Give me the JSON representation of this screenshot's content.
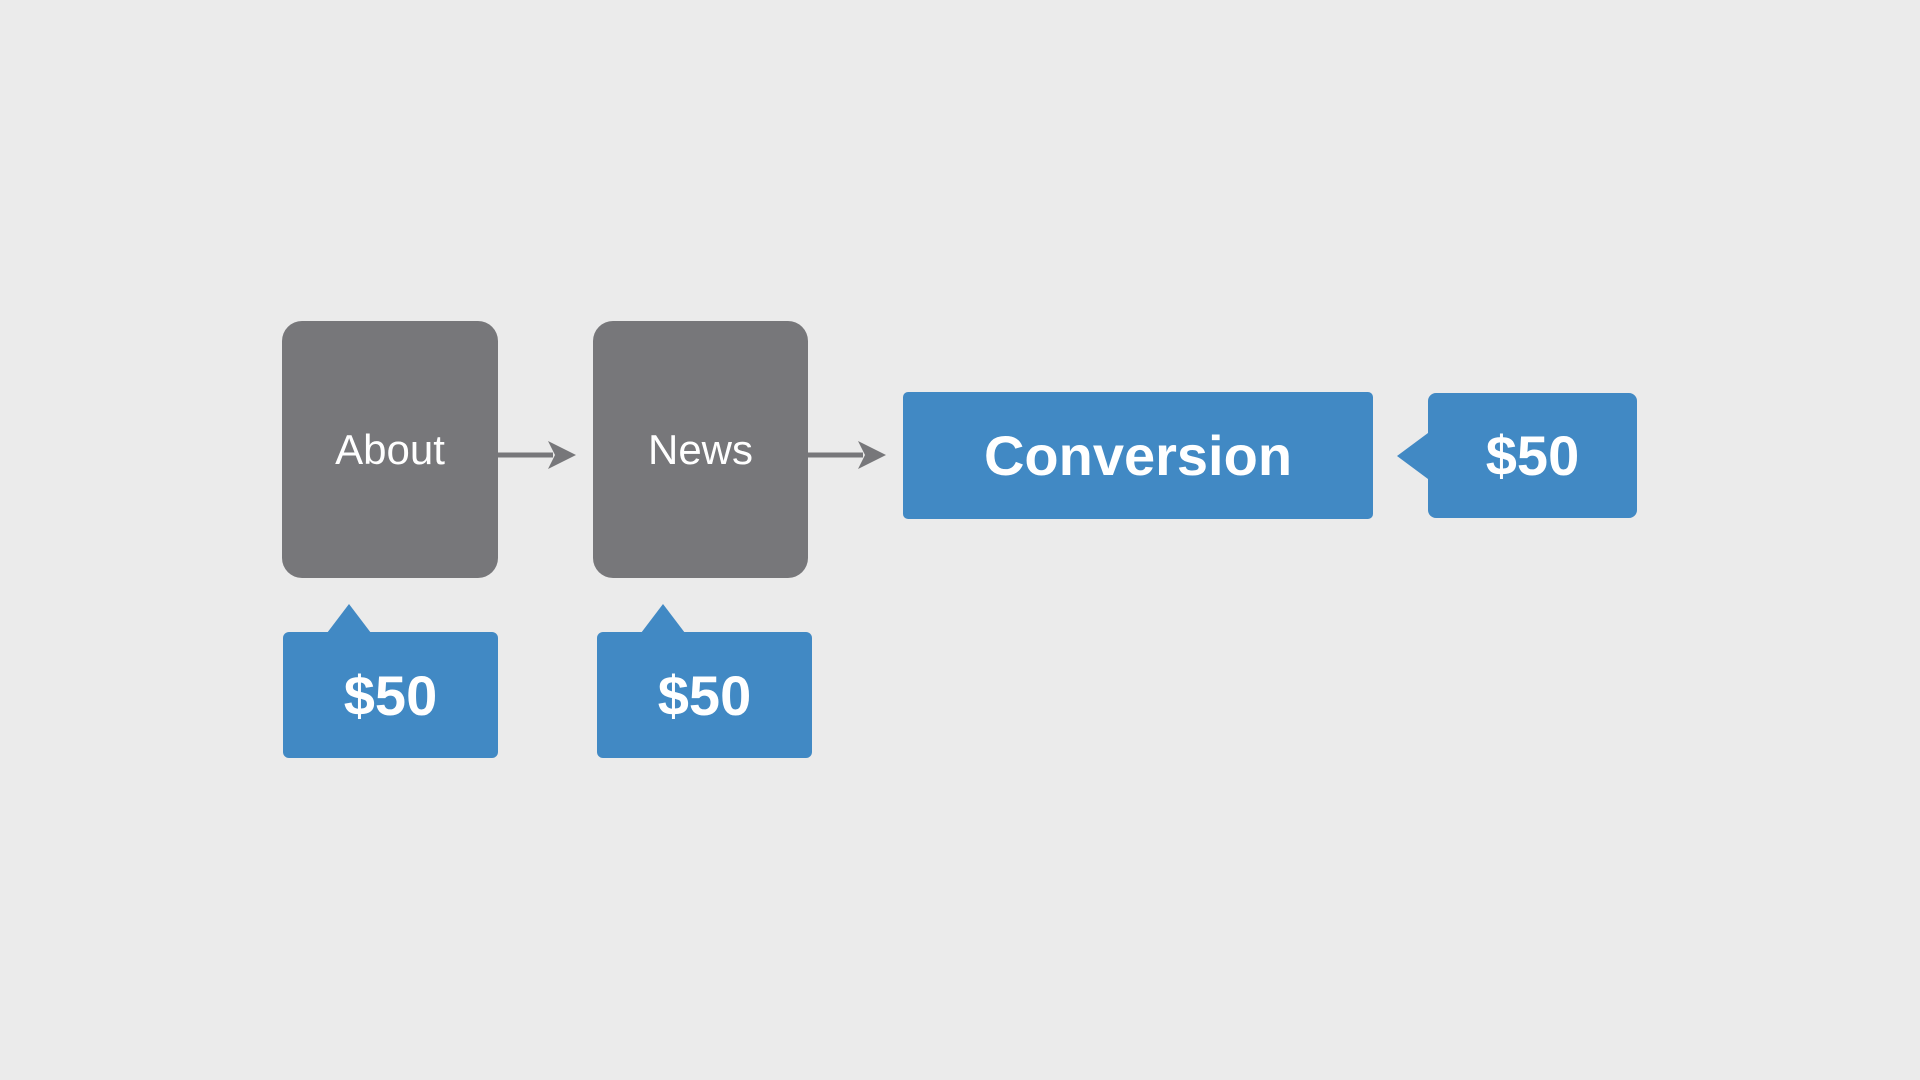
{
  "diagram": {
    "description": "Attribution flow diagram: About and News pages each credited $50, leading to a Conversion worth $50",
    "background_color": "#ebebeb",
    "colors": {
      "page_node": "#77777a",
      "accent_blue": "#4189c4",
      "arrow": "#77777a",
      "text": "#ffffff"
    },
    "nodes": {
      "about": {
        "label": "About",
        "type": "page-step"
      },
      "news": {
        "label": "News",
        "type": "page-step"
      },
      "conversion": {
        "label": "Conversion",
        "type": "conversion-step"
      }
    },
    "callouts": {
      "about_value": {
        "value": "$50",
        "points": "up",
        "attached_to": "About"
      },
      "news_value": {
        "value": "$50",
        "points": "up",
        "attached_to": "News"
      },
      "conversion_value": {
        "value": "$50",
        "points": "left",
        "attached_to": "Conversion"
      }
    },
    "arrows": [
      {
        "from": "about",
        "to": "news",
        "direction": "right"
      },
      {
        "from": "news",
        "to": "conversion",
        "direction": "right"
      }
    ]
  }
}
